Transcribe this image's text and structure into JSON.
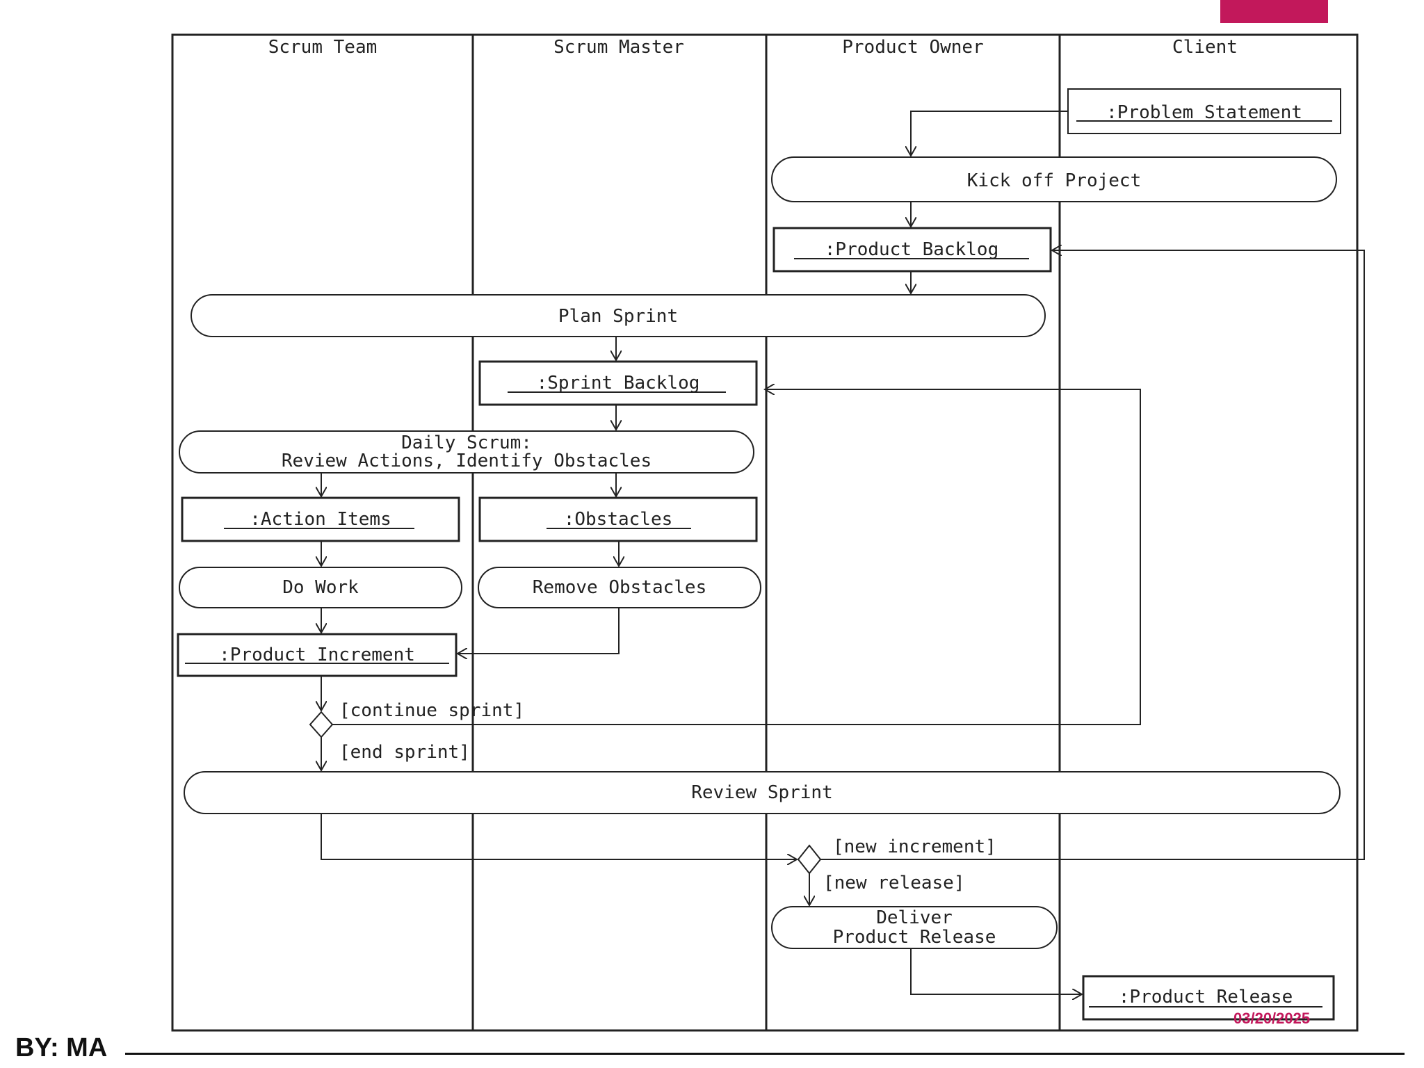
{
  "lanes": [
    "Scrum Team",
    "Scrum Master",
    "Product Owner",
    "Client"
  ],
  "nodes": {
    "problem_statement": ":Problem Statement",
    "kick_off": "Kick off Project",
    "product_backlog": ":Product Backlog",
    "plan_sprint": "Plan Sprint",
    "sprint_backlog": ":Sprint Backlog",
    "daily_scrum_line1": "Daily Scrum:",
    "daily_scrum_line2": "Review Actions, Identify Obstacles",
    "action_items": ":Action Items",
    "obstacles": ":Obstacles",
    "do_work": "Do Work",
    "remove_obstacles": "Remove Obstacles",
    "product_increment": ":Product Increment",
    "review_sprint": "Review Sprint",
    "deliver_line1": "Deliver",
    "deliver_line2": "Product Release",
    "product_release": ":Product Release"
  },
  "guards": {
    "continue_sprint": "[continue sprint]",
    "end_sprint": "[end sprint]",
    "new_increment": "[new increment]",
    "new_release": "[new release]"
  },
  "footer": {
    "author": "BY: MA",
    "date": "03/20/2025"
  },
  "colors": {
    "ink": "#222222",
    "accent": "#c2185b"
  }
}
